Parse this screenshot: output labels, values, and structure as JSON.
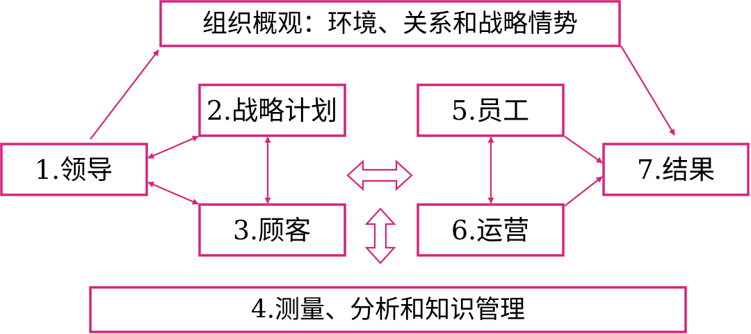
{
  "diagram": {
    "accent_color": "#d6247a",
    "text_color": "#000000",
    "nodes": {
      "profile": "组织概观：环境、关系和战略情势",
      "leadership": "1.领导",
      "strategy": "2.战略计划",
      "customer": "3.顾客",
      "measurement": "4.测量、分析和知识管理",
      "workforce": "5.员工",
      "operations": "6.运营",
      "results": "7.结果"
    },
    "edges": [
      {
        "from": "leadership",
        "to": "profile",
        "direction": "to"
      },
      {
        "from": "profile",
        "to": "results",
        "direction": "to"
      },
      {
        "from": "leadership",
        "to": "strategy",
        "direction": "both"
      },
      {
        "from": "leadership",
        "to": "customer",
        "direction": "both"
      },
      {
        "from": "strategy",
        "to": "customer",
        "direction": "both"
      },
      {
        "from": "workforce",
        "to": "operations",
        "direction": "both"
      },
      {
        "from": "workforce",
        "to": "results",
        "direction": "to"
      },
      {
        "from": "operations",
        "to": "results",
        "direction": "to"
      }
    ],
    "block_arrows": [
      {
        "name": "horizontal-double-block-arrow",
        "orientation": "horizontal"
      },
      {
        "name": "vertical-double-block-arrow",
        "orientation": "vertical"
      }
    ]
  }
}
